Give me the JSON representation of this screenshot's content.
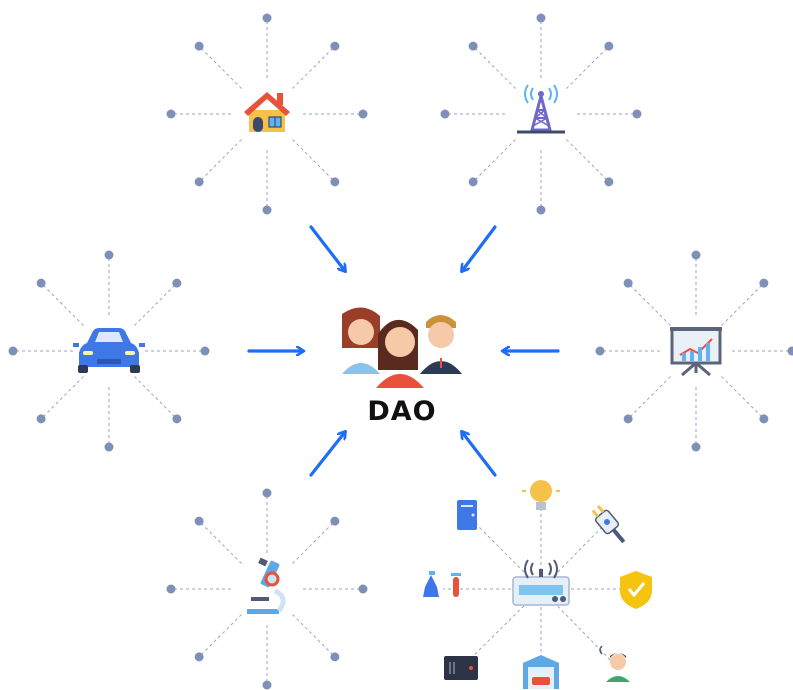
{
  "center": {
    "label": "DAO",
    "icon": "people-group-icon"
  },
  "hubs": [
    {
      "id": "house",
      "icon": "house-icon"
    },
    {
      "id": "tower",
      "icon": "radio-tower-icon"
    },
    {
      "id": "car",
      "icon": "car-icon"
    },
    {
      "id": "presentation",
      "icon": "presentation-board-icon"
    },
    {
      "id": "microscope",
      "icon": "microscope-icon"
    },
    {
      "id": "iot",
      "icon": "router-device-icon",
      "satellites": [
        "server-icon",
        "lightbulb-icon",
        "power-plug-icon",
        "lab-flasks-icon",
        "shield-check-icon",
        "storage-box-icon",
        "garage-icon",
        "person-icon"
      ]
    }
  ],
  "colors": {
    "node_dot": "#7f90b8",
    "spoke_line": "#9aa6bf",
    "arrow": "#1e6ef5",
    "label": "#111111"
  }
}
